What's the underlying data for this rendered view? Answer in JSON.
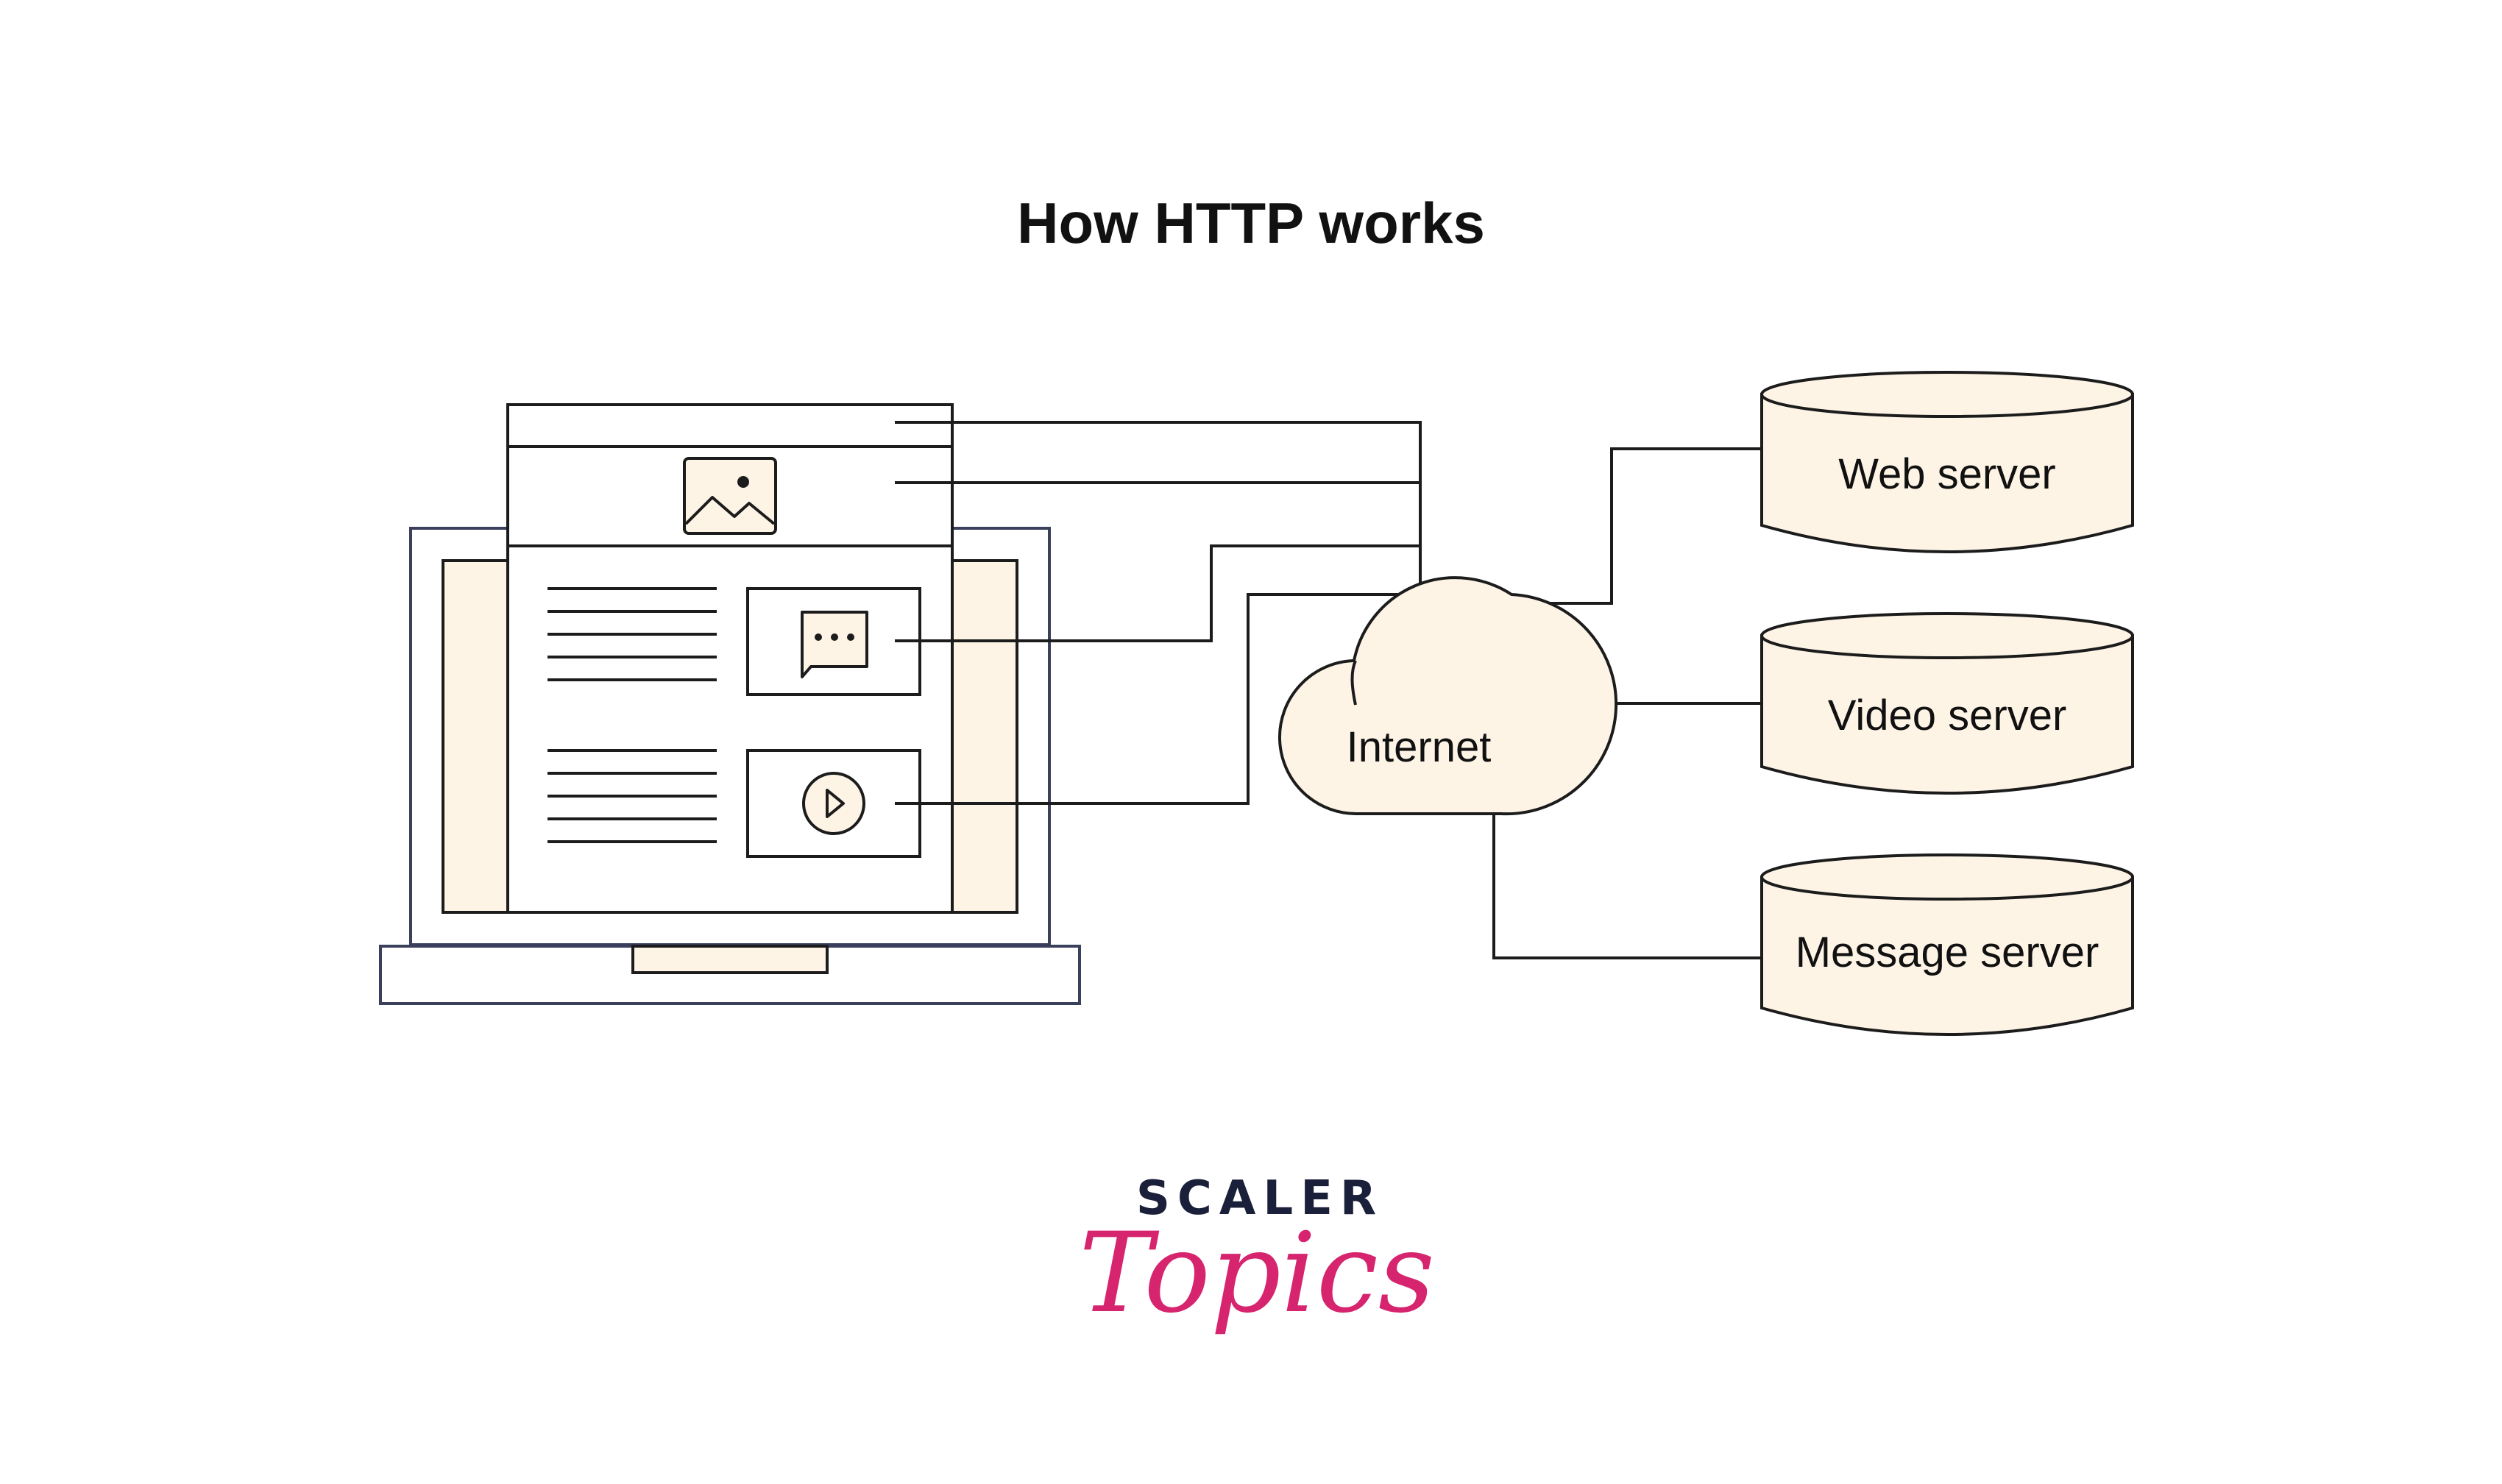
{
  "title": "How HTTP works",
  "cloud": {
    "label": "Internet"
  },
  "servers": [
    {
      "label": "Web server"
    },
    {
      "label": "Video server"
    },
    {
      "label": "Message server"
    }
  ],
  "logo": {
    "top": "SCALER",
    "bottom": "Topics"
  },
  "colors": {
    "cream": "#fdf4e6",
    "stroke": "#1c1c1c",
    "laptop_frame": "#3a3f5c",
    "logo_pink": "#d6246e",
    "logo_navy": "#1a1f3a"
  },
  "icons": [
    "image-icon",
    "chat-bubble-icon",
    "play-button-icon"
  ]
}
